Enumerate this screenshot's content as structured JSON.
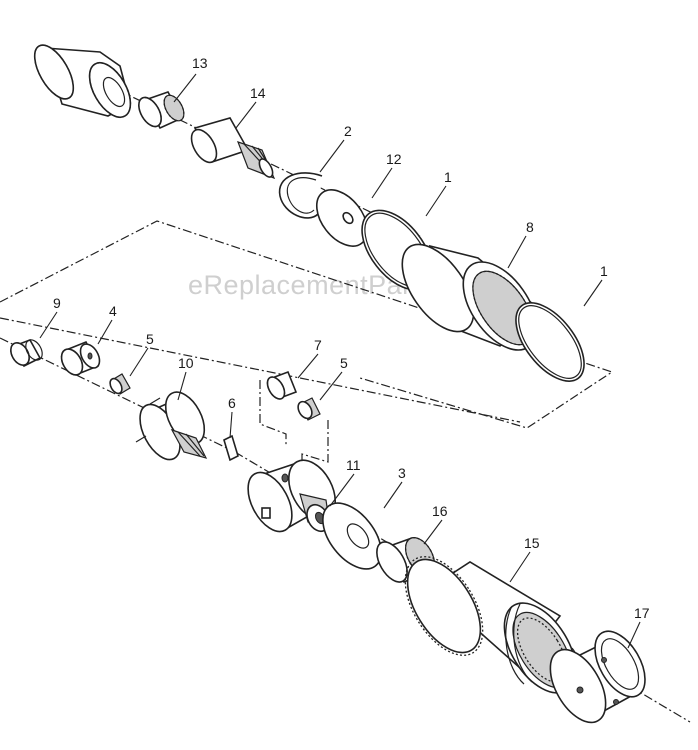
{
  "watermark": "eReplacementParts.com",
  "callouts": {
    "c13": "13",
    "c14": "14",
    "c2": "2",
    "c12": "12",
    "c1a": "1",
    "c8": "8",
    "c1b": "1",
    "c9": "9",
    "c4": "4",
    "c5a": "5",
    "c10": "10",
    "c7": "7",
    "c5b": "5",
    "c6": "6",
    "c11": "11",
    "c3": "3",
    "c16": "16",
    "c15": "15",
    "c17": "17"
  }
}
